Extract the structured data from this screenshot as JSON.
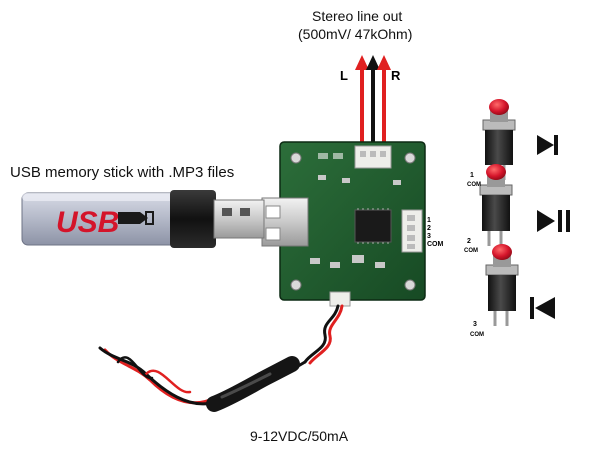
{
  "stereo_out": {
    "title": "Stereo line out",
    "spec": "(500mV/ 47kOhm)",
    "left": "L",
    "right": "R"
  },
  "usb_label": "USB memory stick with .MP3 files",
  "usb_stick_text": "USB",
  "power_label": "9-12VDC/50mA",
  "board_pins": [
    "1",
    "2",
    "3",
    "COM"
  ],
  "buttons": [
    {
      "pin": "1",
      "com": "COM",
      "function_icon": "play-icon"
    },
    {
      "pin": "2",
      "com": "COM",
      "function_icon": "play-pause-icon"
    },
    {
      "pin": "3",
      "com": "COM",
      "function_icon": "previous-icon"
    }
  ],
  "colors": {
    "pcb": "#1f5a2c",
    "wire_red": "#e02020",
    "wire_black": "#111111",
    "button_red": "#d4142a"
  }
}
